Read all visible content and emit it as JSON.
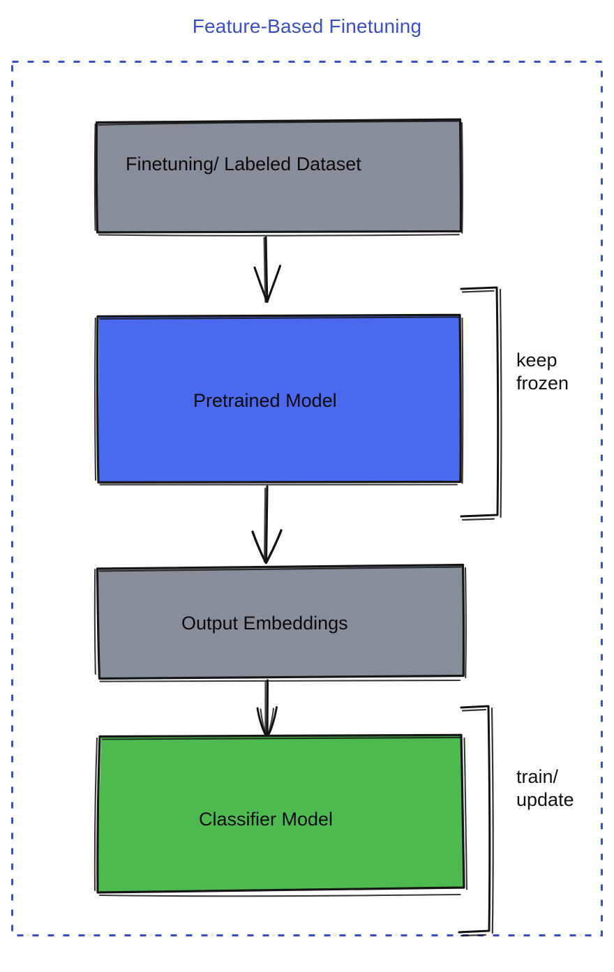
{
  "diagram": {
    "title": "Feature-Based Finetuning",
    "title_color": "#3b50c8",
    "frame": {
      "style": "dashed",
      "color": "#3b50c8"
    },
    "background": "#ffffff",
    "nodes": [
      {
        "id": "dataset",
        "label": "Finetuning/ Labeled Dataset",
        "fill": "#878e99",
        "stroke": "#111111",
        "text_color": "#0b0b0b"
      },
      {
        "id": "pretrained",
        "label": "Pretrained Model",
        "fill": "#4a69ef",
        "stroke": "#111111",
        "text_color": "#0b0b0b"
      },
      {
        "id": "embeddings",
        "label": "Output Embeddings",
        "fill": "#878e99",
        "stroke": "#111111",
        "text_color": "#0b0b0b"
      },
      {
        "id": "classifier",
        "label": "Classifier Model",
        "fill": "#4cba4e",
        "stroke": "#111111",
        "text_color": "#0b0b0b"
      }
    ],
    "annotations": [
      {
        "id": "keep-frozen",
        "label": "keep\nfrozen",
        "target": "pretrained"
      },
      {
        "id": "train-update",
        "label": "train/\nupdate",
        "target": "classifier"
      }
    ],
    "arrows": [
      {
        "from": "dataset",
        "to": "pretrained"
      },
      {
        "from": "pretrained",
        "to": "embeddings"
      },
      {
        "from": "embeddings",
        "to": "classifier"
      }
    ]
  }
}
